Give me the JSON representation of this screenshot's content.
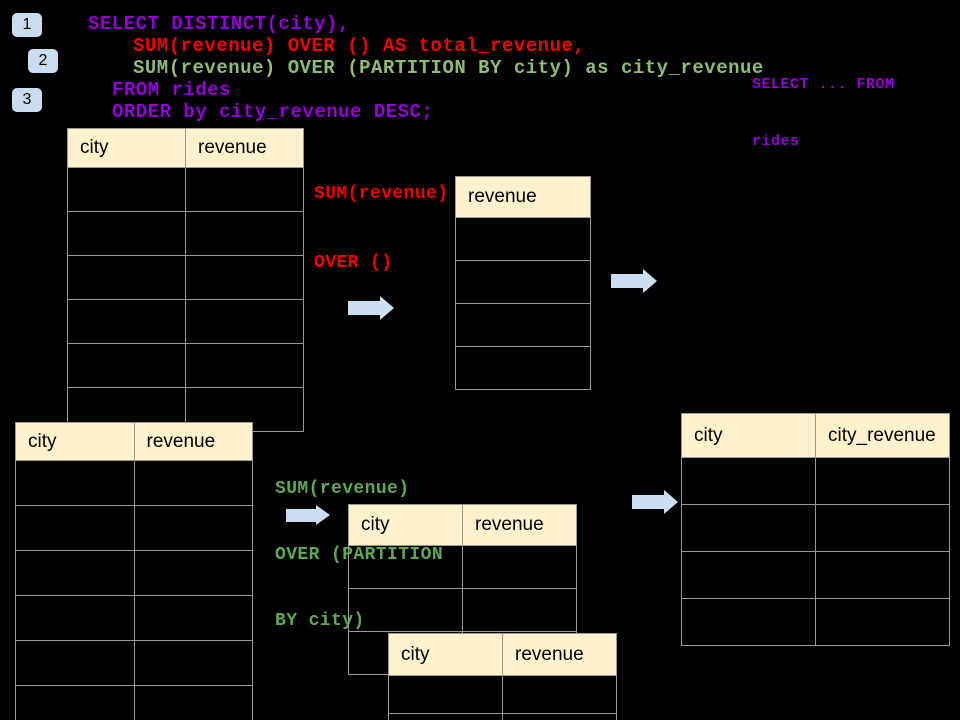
{
  "slide": {
    "badges": [
      {
        "label": "1"
      },
      {
        "label": "2"
      },
      {
        "label": "3"
      }
    ],
    "sql_code": {
      "lines": [
        {
          "text": "SELECT DISTINCT(city),",
          "color": "purple"
        },
        {
          "text": "SUM(revenue) OVER () AS total_revenue,",
          "color": "red"
        },
        {
          "text": "SUM(revenue) OVER (PARTITION BY city) as city_revenue",
          "color": "green"
        },
        {
          "text": "FROM rides",
          "color": "purple"
        },
        {
          "text": "ORDER by city_revenue DESC;",
          "color": "purple"
        }
      ]
    },
    "side_note": {
      "line1": "SELECT ... FROM",
      "line2": "rides"
    },
    "annotations": {
      "total_revenue": {
        "line1": "SUM(revenue)",
        "line2": "OVER ()"
      },
      "partition": {
        "line1": "SUM(revenue)",
        "line2": "OVER (PARTITION",
        "line3": "BY city)"
      }
    },
    "tables": {
      "rides_top": {
        "headers": [
          "city",
          "revenue"
        ],
        "rows": 6
      },
      "total_revenue_result": {
        "headers": [
          "revenue"
        ],
        "rows": 4
      },
      "rides_bottom": {
        "headers": [
          "city",
          "revenue"
        ],
        "rows": 6
      },
      "partition_mid": {
        "headers": [
          "city",
          "revenue"
        ],
        "rows": 3
      },
      "partition_overlap": {
        "headers": [
          "city",
          "revenue"
        ],
        "rows": 2
      },
      "city_revenue_result": {
        "headers": [
          "city",
          "city_revenue"
        ],
        "rows": 4
      }
    },
    "colors": {
      "purple": "#9400D3",
      "red": "#F20000",
      "code_green": "#8FBC75",
      "label_green": "#5EA854",
      "header_fill": "#FFF2CC",
      "border": "#9A9A9A",
      "badge_fill": "#C9DCF0",
      "arrow_fill": "#CCDFF2"
    }
  }
}
